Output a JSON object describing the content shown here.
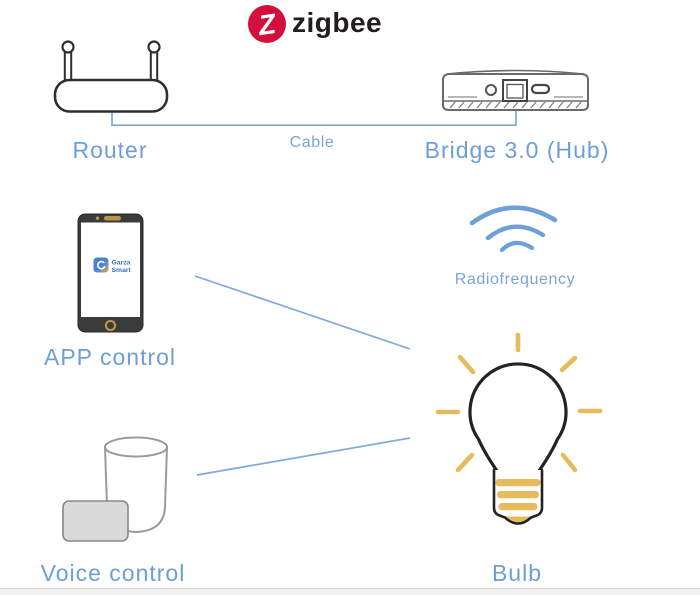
{
  "header": {
    "logo_text": "zigbee",
    "logo_letter": "Z"
  },
  "nodes": {
    "router": {
      "label": "Router"
    },
    "bridge": {
      "label": "Bridge 3.0 (Hub)"
    },
    "app_control": {
      "label": "APP control",
      "phone_app": {
        "line1": "Garza",
        "line2": "Smart"
      }
    },
    "voice_control": {
      "label": "Voice control"
    },
    "bulb": {
      "label": "Bulb"
    },
    "radiofrequency": {
      "label": "Radiofrequency"
    }
  },
  "links": {
    "cable": {
      "label": "Cable"
    }
  },
  "colors": {
    "label_blue": "#6d9ed6",
    "line_blue": "#7fa8db",
    "arc_blue": "#6d9fd9",
    "gold": "#e7bb5c",
    "zigbee_red": "#d3103c",
    "outline_dark": "#2f2f2f",
    "outline_gray": "#9a9a9a"
  }
}
